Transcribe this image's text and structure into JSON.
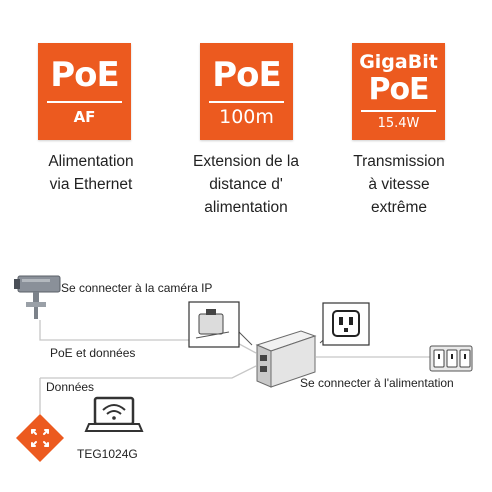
{
  "colors": {
    "accent": "#ec5a1f",
    "line": "#c7c7c7",
    "device": "#e3e3e3"
  },
  "features": [
    {
      "badge_main": "PoE",
      "badge_sub": "AF",
      "caption": [
        "Alimentation",
        "via Ethernet"
      ]
    },
    {
      "badge_main": "PoE",
      "badge_sub": "100m",
      "caption": [
        "Extension de la",
        "distance d'",
        "alimentation"
      ]
    },
    {
      "badge_top": "GigaBit",
      "badge_main": "PoE",
      "badge_sub": "15.4W",
      "caption": [
        "Transmission",
        "à vitesse",
        "extrême"
      ]
    }
  ],
  "diagram": {
    "camera_label": "Se connecter à la caméra IP",
    "poe_data_label": "PoE et données",
    "power_label": "Se connecter à l'alimentation",
    "data_label": "Données",
    "switch_label": "TEG1024G",
    "icons": [
      "ip-camera-icon",
      "ethernet-port-icon",
      "power-outlet-icon",
      "poe-injector-icon",
      "power-strip-icon",
      "laptop-wifi-icon",
      "network-switch-icon"
    ]
  }
}
